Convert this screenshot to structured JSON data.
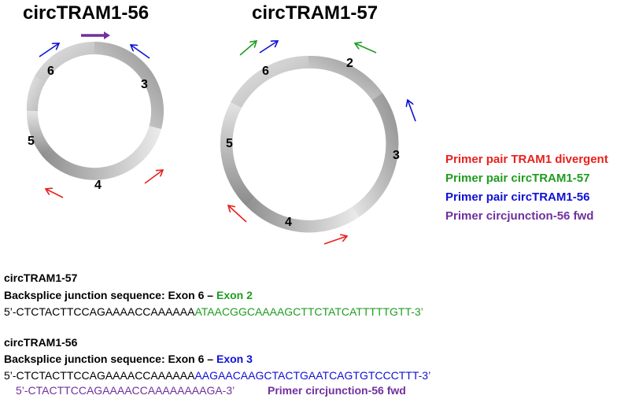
{
  "colors": {
    "red": "#e8201c",
    "green": "#1f9c20",
    "blue": "#0f10d4",
    "purple": "#7030a0"
  },
  "diagram": {
    "title_56": "circTRAM1-56",
    "title_57": "circTRAM1-57",
    "circle56_exons": [
      "6",
      "3",
      "4",
      "5"
    ],
    "circle57_exons": [
      "2",
      "3",
      "4",
      "5",
      "6"
    ]
  },
  "legend": [
    {
      "text": "Primer pair TRAM1 divergent",
      "color": "#e8201c"
    },
    {
      "text": "Primer pair circTRAM1-57",
      "color": "#1f9c20"
    },
    {
      "text": "Primer pair circTRAM1-56",
      "color": "#0f10d4"
    },
    {
      "text": "Primer circjunction-56 fwd",
      "color": "#7030a0"
    }
  ],
  "sequences": {
    "block57": {
      "name": "circTRAM1-57",
      "junction_prefix": "Backsplice junction sequence: Exon 6 – ",
      "junction_exon": "Exon 2",
      "seq_black": "5’-CTCTACTTCCAGAAAACCAAAAAA",
      "seq_colored": "ATAACGGCAAAAGCTTCTATCATTTTTGTT-3’"
    },
    "block56": {
      "name": "circTRAM1-56",
      "junction_prefix": "Backsplice junction sequence: Exon 6 – ",
      "junction_exon": "Exon 3",
      "seq_black": "5’-CTCTACTTCCAGAAAACCAAAAAA",
      "seq_colored": "AAGAACAAGCTACTGAATCAGTGTCCCTTT-3’",
      "primer_seq": "5’-CTACTTCCAGAAAACCAAAAAAAAGA-3’",
      "primer_label": "Primer circjunction-56 fwd"
    }
  }
}
